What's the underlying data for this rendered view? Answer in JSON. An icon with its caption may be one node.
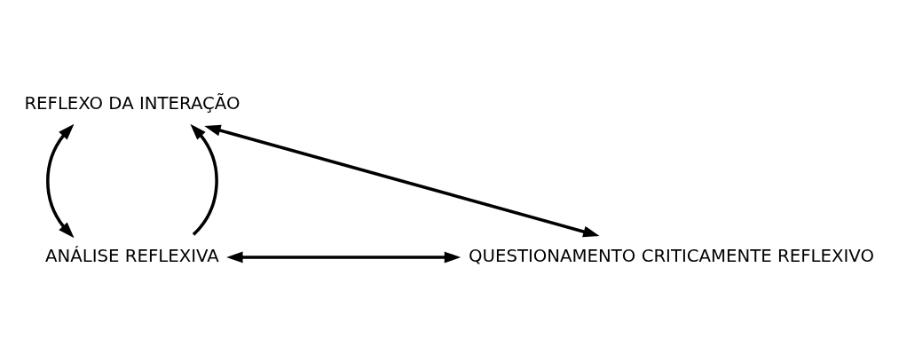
{
  "diagram": {
    "nodes": [
      {
        "text": [
          "REFLEXO DA INTERAÇÃO"
        ]
      },
      {
        "text": [
          "ANÁLISE REFLEXIVA"
        ]
      },
      {
        "text": [
          "QUESTIONAMENTO CRITICAMENTE REFLEXIVO"
        ]
      }
    ],
    "edges": [
      {
        "from": 1,
        "to": 0,
        "arrow": "both"
      },
      {
        "from": 1,
        "to": 0,
        "arrow": "to"
      },
      {
        "from": 0,
        "to": 2,
        "arrow": "both"
      },
      {
        "from": 1,
        "to": 2,
        "arrow": "both"
      }
    ]
  }
}
